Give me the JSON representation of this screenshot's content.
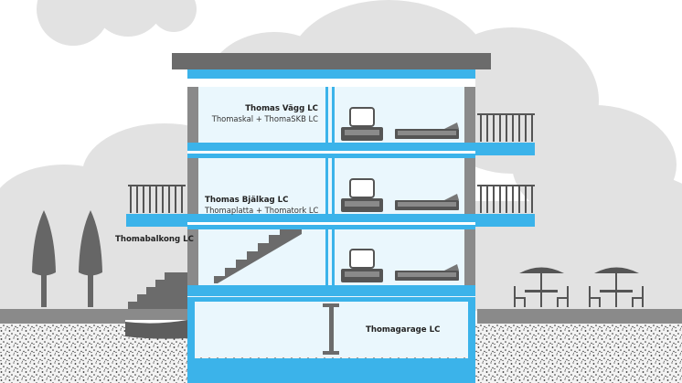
{
  "labels": {
    "wall_title": "Thomas Vägg LC",
    "wall_sub": "Thomaskal + ThomaSKB LC",
    "joist_title": "Thomas Bjälkag LC",
    "joist_sub": "Thomaplatta + Thomatork LC",
    "balcony": "Thomabalkong LC",
    "garage": "Thomagarage LC"
  },
  "colors": {
    "blue": "#3bb3ea",
    "light_blue": "#e9f7fd",
    "dark_gray": "#6b6b6b",
    "mid_gray": "#8a8a8a",
    "cloud": "#dedede",
    "ground": "#f2f2f2"
  },
  "icons": [
    "cloud",
    "tree-icon",
    "stairs-icon",
    "sofa-icon",
    "tv-icon",
    "bed-icon",
    "steel-column-icon",
    "patio-umbrella-icon",
    "chair-icon",
    "table-icon",
    "railing-icon"
  ]
}
